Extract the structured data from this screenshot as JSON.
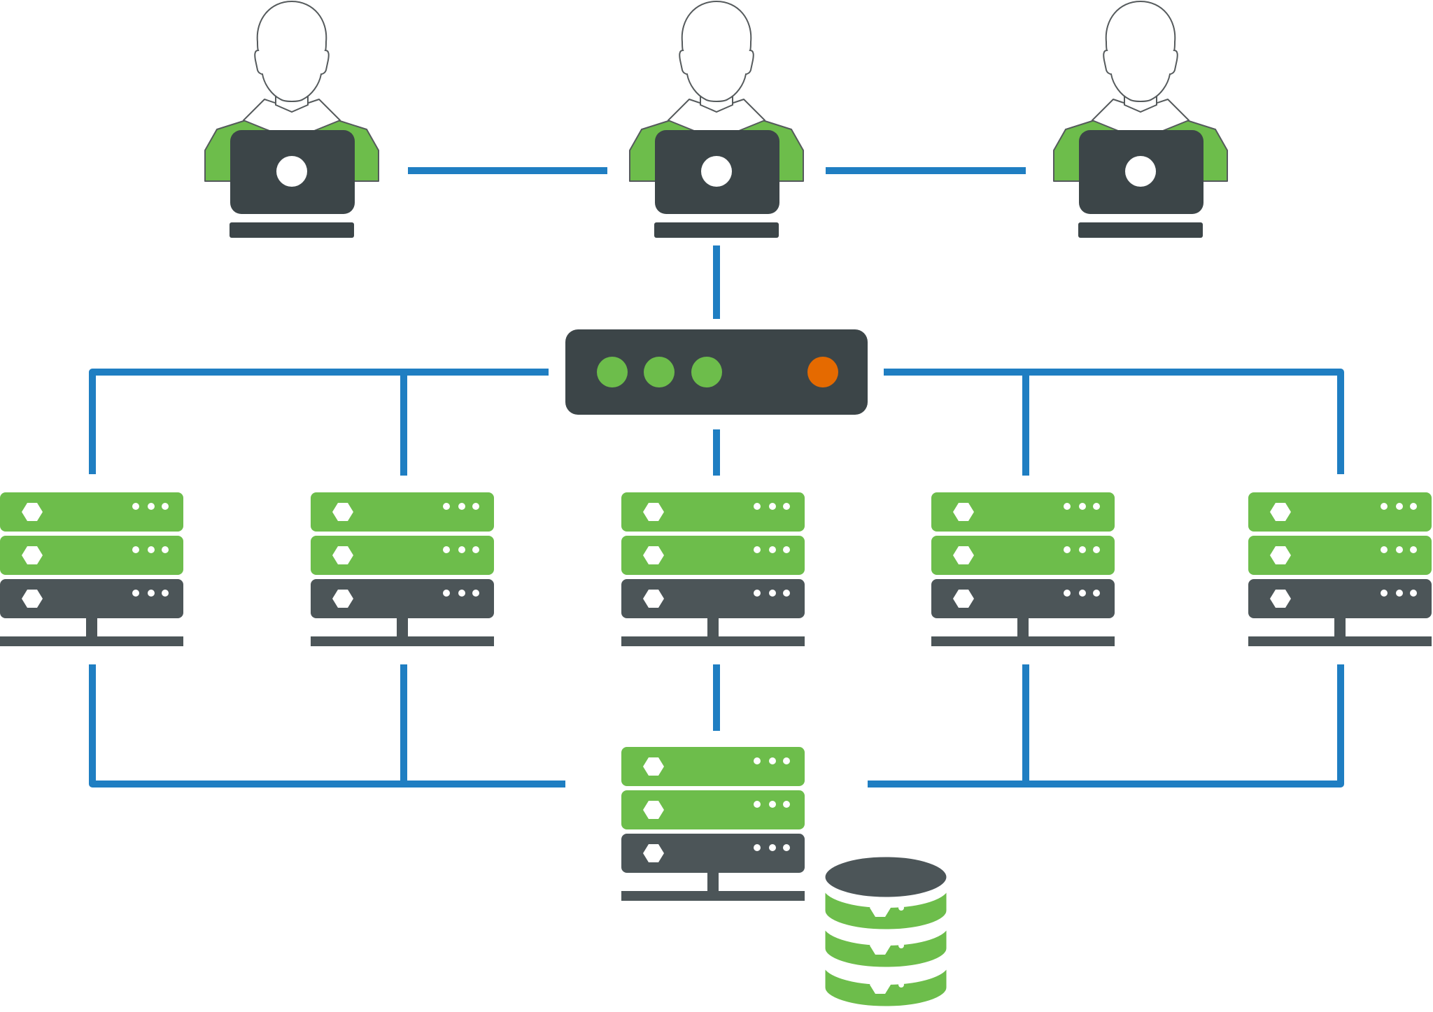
{
  "colors": {
    "green": "#6dbd4b",
    "dark": "#3c4548",
    "server_dark": "#4c5558",
    "link": "#1f7ec2",
    "status_orange": "#e56a00",
    "white": "#ffffff",
    "outline": "#555a5c"
  },
  "icons": {
    "user": "user-icon",
    "laptop": "laptop-icon",
    "switch": "network-switch-icon",
    "server": "server-rack-icon",
    "database": "database-icon"
  },
  "diagram": {
    "users": [
      {
        "id": "user-left"
      },
      {
        "id": "user-center"
      },
      {
        "id": "user-right"
      }
    ],
    "switch": {
      "status_lights": [
        "green",
        "green",
        "green",
        "orange"
      ]
    },
    "servers": [
      {
        "id": "server-1"
      },
      {
        "id": "server-2"
      },
      {
        "id": "server-3"
      },
      {
        "id": "server-4"
      },
      {
        "id": "server-5"
      }
    ],
    "backend_server": {
      "id": "server-backend"
    },
    "database": {
      "id": "database",
      "disks": 3
    }
  }
}
